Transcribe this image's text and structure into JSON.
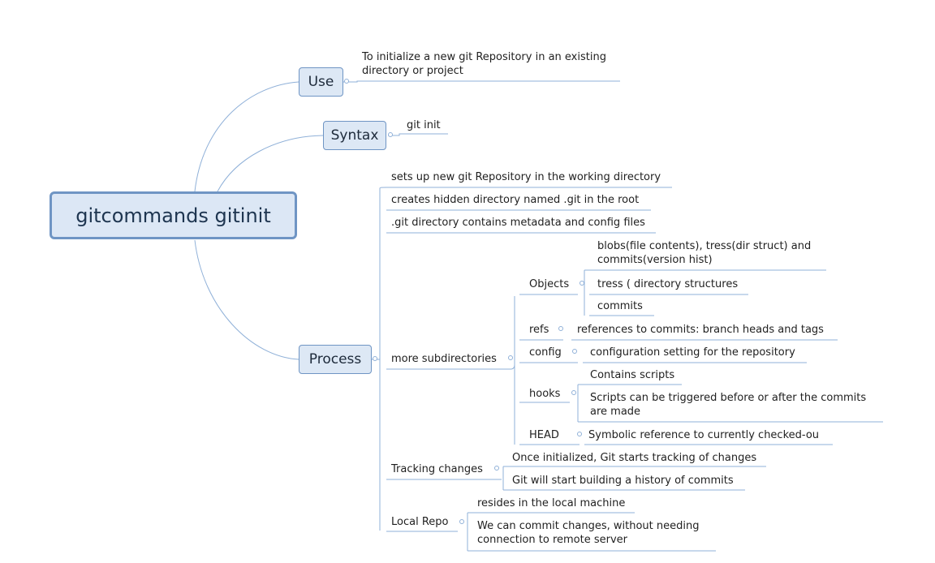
{
  "root": {
    "label": "gitcommands gitinit"
  },
  "branches": {
    "use": {
      "label": "Use",
      "children": [
        "To initialize a new git Repository in an existing directory or project"
      ]
    },
    "syntax": {
      "label": "Syntax",
      "children": [
        "git init"
      ]
    },
    "process": {
      "label": "Process",
      "children": {
        "setup": "sets up new git Repository in the working directory",
        "hidden": "creates hidden directory named .git in the root",
        "metadata": ".git directory contains metadata and config files",
        "subdirs": {
          "label": "more subdirectories",
          "objects": {
            "label": "Objects",
            "children": [
              "blobs(file contents), tress(dir struct) and commits(version hist)",
              "tress ( directory structures",
              "commits"
            ]
          },
          "refs": {
            "label": "refs",
            "children": [
              "references to commits: branch heads and tags"
            ]
          },
          "config": {
            "label": "config",
            "children": [
              "configuration setting for the repository"
            ]
          },
          "hooks": {
            "label": "hooks",
            "children": [
              "Contains scripts",
              "Scripts can be triggered before or after the commits are made"
            ]
          },
          "head": {
            "label": "HEAD",
            "children": [
              "Symbolic reference to currently checked-ou"
            ]
          }
        },
        "tracking": {
          "label": "Tracking changes",
          "children": [
            "Once initialized, Git starts tracking of changes",
            "Git will start building a history of commits"
          ]
        },
        "local": {
          "label": "Local Repo",
          "children": [
            "resides in the local machine",
            "We can commit changes, without needing connection to remote server"
          ]
        }
      }
    }
  }
}
